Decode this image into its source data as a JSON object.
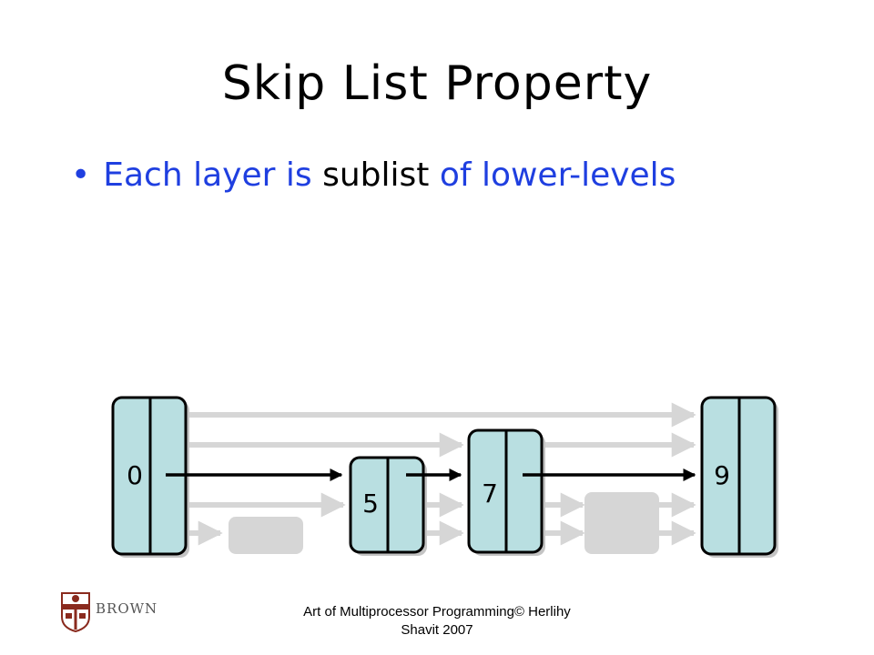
{
  "slide": {
    "title": "Skip List Property",
    "bullet": {
      "marker": "•",
      "parts": [
        {
          "text": "Each layer is ",
          "color": "#1f3fe0"
        },
        {
          "text": "sublist ",
          "color": "#000000"
        },
        {
          "text": "of lower-levels",
          "color": "#1f3fe0"
        }
      ]
    }
  },
  "diagram": {
    "node_color": "#b9dfe1",
    "gray_color": "#d6d6d6",
    "active_link_color": "#000000",
    "nodes": [
      {
        "key": "0",
        "height_levels": 5
      },
      {
        "key": "5",
        "height_levels": 3
      },
      {
        "key": "7",
        "height_levels": 4
      },
      {
        "key": "9",
        "height_levels": 5
      }
    ],
    "removed_nodes": 2
  },
  "footer": {
    "text": "Art of Multiprocessor Programming© Herlihy Shavit 2007",
    "logo_text": "BROWN"
  }
}
